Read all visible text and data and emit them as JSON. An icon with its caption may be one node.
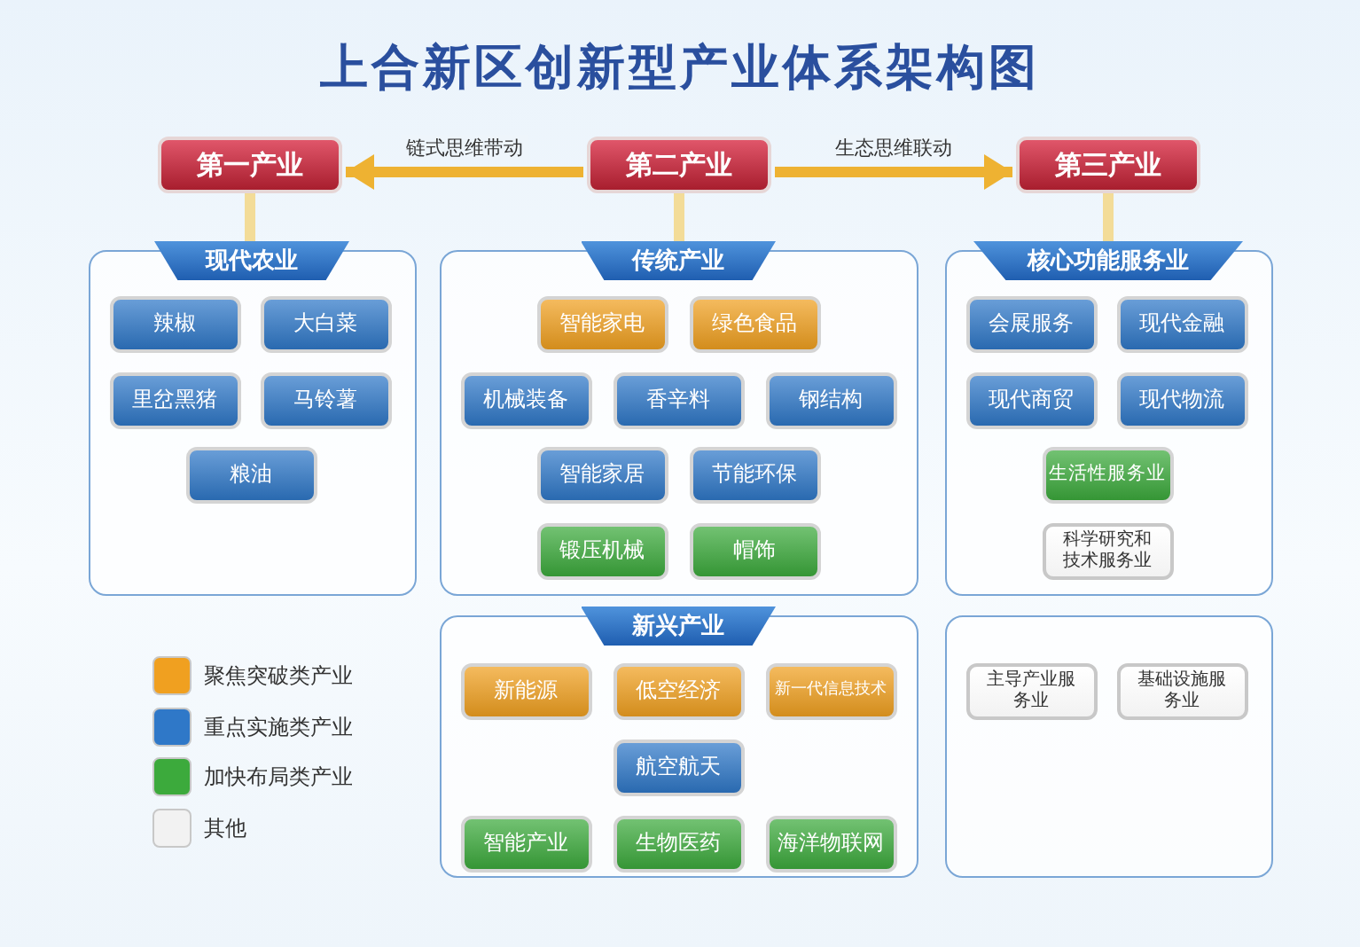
{
  "diagram": {
    "title": "上合新区创新型产业体系架构图",
    "nodes": [
      {
        "text": [
          "第一产业"
        ]
      },
      {
        "text": [
          "第二产业"
        ]
      },
      {
        "text": [
          "第三产业"
        ]
      },
      {
        "text": [
          "现代农业"
        ]
      },
      {
        "text": [
          "辣椒"
        ],
        "in": 3
      },
      {
        "text": [
          "大白菜"
        ],
        "in": 3
      },
      {
        "text": [
          "里岔黑猪"
        ],
        "in": 3
      },
      {
        "text": [
          "马铃薯"
        ],
        "in": 3
      },
      {
        "text": [
          "粮油"
        ],
        "in": 3
      },
      {
        "text": [
          "传统产业"
        ]
      },
      {
        "text": [
          "智能家电"
        ],
        "in": 9
      },
      {
        "text": [
          "绿色食品"
        ],
        "in": 9
      },
      {
        "text": [
          "机械装备"
        ],
        "in": 9
      },
      {
        "text": [
          "香辛料"
        ],
        "in": 9
      },
      {
        "text": [
          "钢结构"
        ],
        "in": 9
      },
      {
        "text": [
          "智能家居"
        ],
        "in": 9
      },
      {
        "text": [
          "节能环保"
        ],
        "in": 9
      },
      {
        "text": [
          "锻压机械"
        ],
        "in": 9
      },
      {
        "text": [
          "帽饰"
        ],
        "in": 9
      },
      {
        "text": [
          "核心功能服务业"
        ]
      },
      {
        "text": [
          "会展服务"
        ],
        "in": 19
      },
      {
        "text": [
          "现代金融"
        ],
        "in": 19
      },
      {
        "text": [
          "现代商贸"
        ],
        "in": 19
      },
      {
        "text": [
          "现代物流"
        ],
        "in": 19
      },
      {
        "text": [
          "生活性服务业"
        ],
        "in": 19
      },
      {
        "text": [
          "科学研究和技术服务业"
        ],
        "in": 19
      },
      {
        "text": [
          "新兴产业"
        ]
      },
      {
        "text": [
          "新能源"
        ],
        "in": 26
      },
      {
        "text": [
          "低空经济"
        ],
        "in": 26
      },
      {
        "text": [
          "新一代信息技术"
        ],
        "in": 26
      },
      {
        "text": [
          "航空航天"
        ],
        "in": 26
      },
      {
        "text": [
          "智能产业"
        ],
        "in": 26
      },
      {
        "text": [
          "生物医药"
        ],
        "in": 26
      },
      {
        "text": [
          "海洋物联网"
        ],
        "in": 26
      },
      {
        "text": [],
        "shape": "box"
      },
      {
        "text": [
          "主导产业服务业"
        ],
        "in": 34
      },
      {
        "text": [
          "基础设施服务业"
        ],
        "in": 34
      }
    ],
    "edges": [
      {
        "from": 1,
        "to": 0,
        "arrow": "to",
        "label": "链式思维带动",
        "color": "#eeb232"
      },
      {
        "from": 1,
        "to": 2,
        "arrow": "to",
        "label": "生态思维联动",
        "color": "#eeb232"
      },
      {
        "from": 0,
        "to": 3,
        "arrow": "none"
      },
      {
        "from": 1,
        "to": 9,
        "arrow": "none"
      },
      {
        "from": 2,
        "to": 19,
        "arrow": "none"
      }
    ],
    "legend": [
      {
        "text": "聚焦突破类产业",
        "color": "#f0a020"
      },
      {
        "text": "重点实施类产业",
        "color": "#2f78c8"
      },
      {
        "text": "加快布局类产业",
        "color": "#3caa3c"
      },
      {
        "text": "其他",
        "color": "#f2f2f2"
      }
    ]
  }
}
